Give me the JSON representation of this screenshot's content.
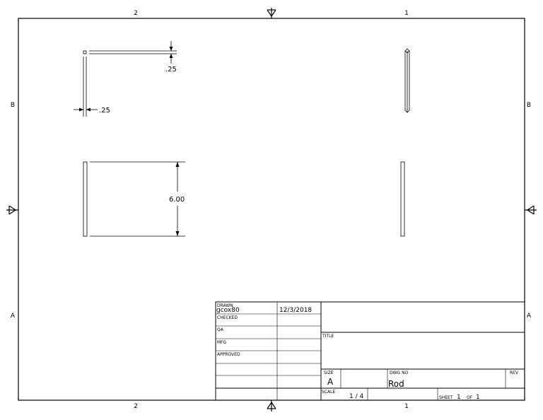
{
  "zones": {
    "top": [
      "2",
      "1"
    ],
    "bottom": [
      "2",
      "1"
    ],
    "left": [
      "B",
      "A"
    ],
    "right": [
      "B",
      "A"
    ]
  },
  "dimensions": {
    "top_thickness": ".25",
    "side_thickness": ".25",
    "length": "6.00"
  },
  "title_block": {
    "drawn_label": "DRAWN",
    "drawn_by": "gcox80",
    "drawn_date": "12/3/2018",
    "checked_label": "CHECKED",
    "qa_label": "QA",
    "mfg_label": "MFG",
    "approved_label": "APPROVED",
    "title_label": "TITLE",
    "size_label": "SIZE",
    "size_value": "A",
    "dwg_no_label": "DWG NO",
    "dwg_no_value": "Rod",
    "rev_label": "REV",
    "scale_label": "SCALE",
    "scale_value": "1 / 4",
    "sheet_label": "SHEET",
    "sheet_number": "1",
    "of_label": "OF",
    "sheet_total": "1"
  }
}
